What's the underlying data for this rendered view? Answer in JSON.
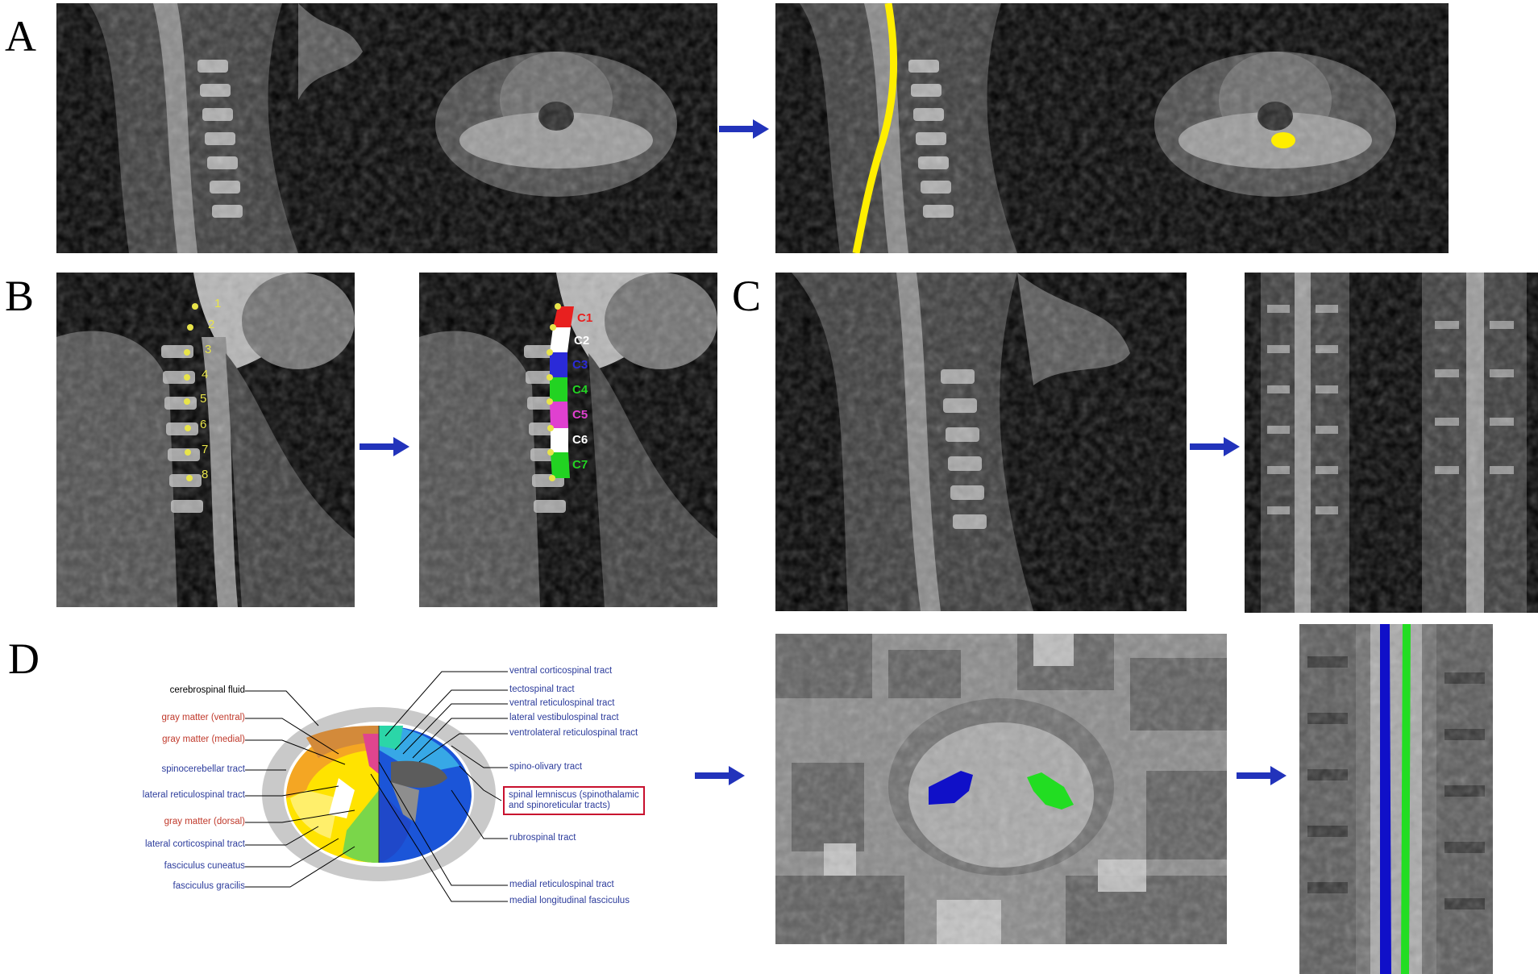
{
  "panels": {
    "a": "A",
    "b": "B",
    "c": "C",
    "d": "D"
  },
  "panel_b": {
    "landmarks": [
      "1",
      "2",
      "3",
      "4",
      "5",
      "6",
      "7",
      "8"
    ],
    "levels": [
      {
        "label": "C1",
        "color": "#e8201f"
      },
      {
        "label": "C2",
        "color": "#ffffff"
      },
      {
        "label": "C3",
        "color": "#2a2ad8"
      },
      {
        "label": "C4",
        "color": "#22d322"
      },
      {
        "label": "C5",
        "color": "#e040d0"
      },
      {
        "label": "C6",
        "color": "#ffffff"
      },
      {
        "label": "C7",
        "color": "#22d322"
      }
    ]
  },
  "panel_d": {
    "left_labels": [
      {
        "text": "cerebrospinal fluid",
        "tone": "black"
      },
      {
        "text": "gray matter (ventral)",
        "tone": "red"
      },
      {
        "text": "gray matter (medial)",
        "tone": "red"
      },
      {
        "text": "spinocerebellar tract",
        "tone": "blue"
      },
      {
        "text": "lateral reticulospinal tract",
        "tone": "blue"
      },
      {
        "text": "gray matter (dorsal)",
        "tone": "red"
      },
      {
        "text": "lateral corticospinal tract",
        "tone": "blue"
      },
      {
        "text": "fasciculus cuneatus",
        "tone": "blue"
      },
      {
        "text": "fasciculus gracilis",
        "tone": "blue"
      }
    ],
    "right_labels": [
      {
        "text": "ventral corticospinal tract"
      },
      {
        "text": "tectospinal tract"
      },
      {
        "text": "ventral reticulospinal tract"
      },
      {
        "text": "lateral vestibulospinal tract"
      },
      {
        "text": "ventrolateral reticulospinal tract"
      },
      {
        "text": "spino-olivary tract"
      },
      {
        "text": "rubrospinal tract"
      },
      {
        "text": "medial reticulospinal tract"
      },
      {
        "text": "medial longitudinal fasciculus"
      }
    ],
    "boxed_label_line1": "spinal lemniscus (spinothalamic",
    "boxed_label_line2": "and spinoreticular tracts)"
  },
  "colors": {
    "centerline": "#ffee00",
    "arrow": "#2233bb",
    "tract_blue": "#1010c8",
    "tract_green": "#22dd22"
  }
}
